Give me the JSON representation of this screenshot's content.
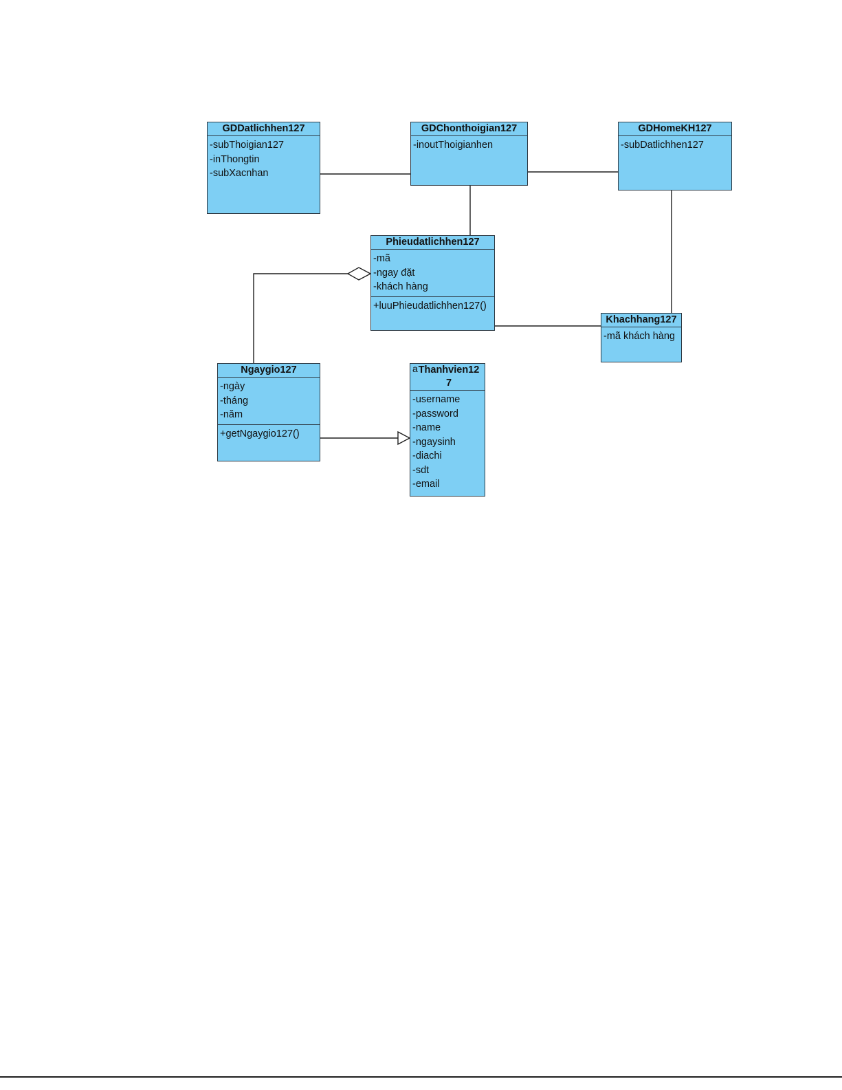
{
  "classes": [
    {
      "id": "gddatlichhen",
      "name": "GDDatlichhen127",
      "attributes": [
        "-subThoigian127",
        "-inThongtin",
        "-subXacnhan"
      ],
      "operations": []
    },
    {
      "id": "gdchonthoigian",
      "name": "GDChonthoigian127",
      "attributes": [
        "-inoutThoigianhen"
      ],
      "operations": []
    },
    {
      "id": "gdhomekh",
      "name": "GDHomeKH127",
      "attributes": [
        "-subDatlichhen127"
      ],
      "operations": []
    },
    {
      "id": "phieudatlichhen",
      "name": "Phieudatlichhen127",
      "attributes": [
        "-mã",
        "-ngay đặt",
        "-khách hàng"
      ],
      "operations": [
        "+luuPhieudatlichhen127()"
      ]
    },
    {
      "id": "khachhang",
      "name": "Khachhang127",
      "attributes": [
        "-mã khách hàng"
      ],
      "operations": []
    },
    {
      "id": "ngaygio",
      "name": "Ngaygio127",
      "attributes": [
        "-ngày",
        "-tháng",
        "-năm"
      ],
      "operations": [
        "+getNgaygio127()"
      ]
    },
    {
      "id": "thanhvien",
      "name": "Thanhvien127",
      "tag": "a",
      "attributes": [
        "-username",
        "-password",
        "-name",
        "-ngaysinh",
        "-diachi",
        "-sdt",
        "-email"
      ],
      "operations": []
    }
  ],
  "relations": [
    {
      "from": "gddatlichhen",
      "to": "gdchonthoigian",
      "type": "association"
    },
    {
      "from": "gdchonthoigian",
      "to": "gdhomekh",
      "type": "association"
    },
    {
      "from": "gdchonthoigian",
      "to": "phieudatlichhen",
      "type": "association"
    },
    {
      "from": "gdhomekh",
      "to": "khachhang",
      "type": "association"
    },
    {
      "from": "phieudatlichhen",
      "to": "khachhang",
      "type": "association"
    },
    {
      "from": "ngaygio",
      "to": "phieudatlichhen",
      "type": "aggregation"
    },
    {
      "from": "ngaygio",
      "to": "thanhvien",
      "type": "generalization"
    }
  ]
}
